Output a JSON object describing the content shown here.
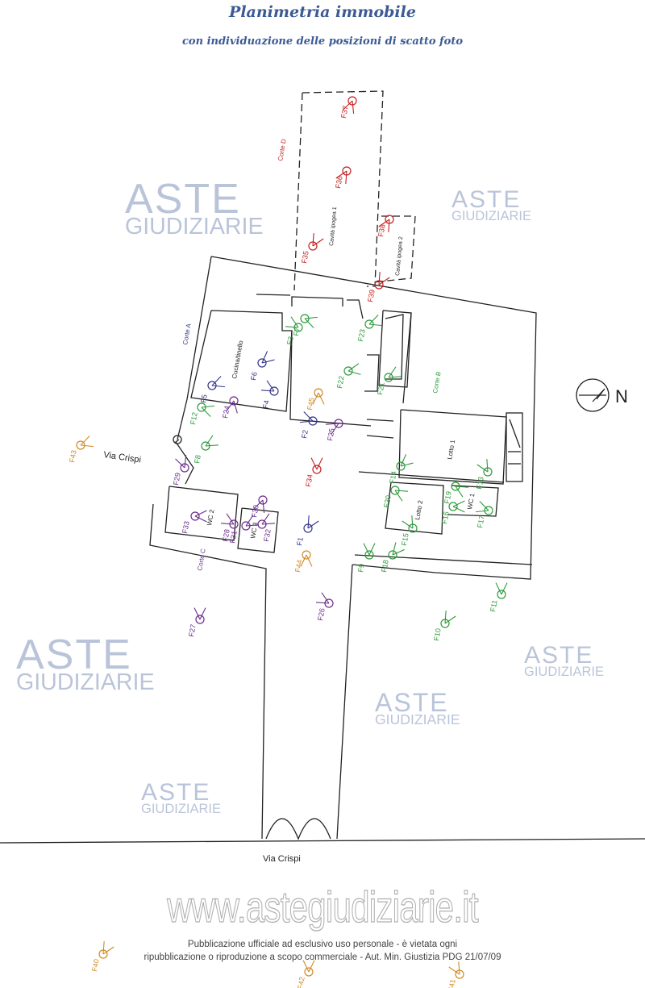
{
  "title": "Planimetria immobile",
  "subtitle": "con individuazione delle posizioni di scatto foto",
  "watermark": {
    "line1": "ASTE",
    "line2": "GIUDIZIARIE",
    "site": "www.astegiudiziarie.it"
  },
  "footer": {
    "line1": "Pubblicazione ufficiale ad esclusivo uso personale - è vietata ogni",
    "line2": "ripubblicazione o riproduzione a scopo commerciale - Aut. Min. Giustizia PDG 21/07/09"
  },
  "north_label": "N",
  "streets": {
    "top": "Via Crispi",
    "bottom": "Via Crispi"
  },
  "rooms": {
    "corte_a": "Corte A",
    "corte_b": "Corte B",
    "corte_c": "Corte C",
    "corte_d": "Corte D",
    "cucina": "Cucina/tinello",
    "cavita1": "Cavità ipogea 1",
    "cavita2": "Cavità ipogea 2",
    "lotto1": "Lotto 1",
    "lotto2": "Lotto 2",
    "wc1": "WC 1",
    "wc2": "WC 2",
    "wc3": "WC 3"
  },
  "colors": {
    "green": "#2e9a3c",
    "purple": "#6b2c8c",
    "blue": "#34348a",
    "red": "#c42020",
    "orange": "#d08a24",
    "wall": "#222222"
  },
  "photos": [
    {
      "label": "F1",
      "color": "blue"
    },
    {
      "label": "F2",
      "color": "blue"
    },
    {
      "label": "F3",
      "color": "green"
    },
    {
      "label": "F4",
      "color": "blue"
    },
    {
      "label": "F5",
      "color": "blue"
    },
    {
      "label": "F6",
      "color": "blue"
    },
    {
      "label": "F7",
      "color": "green"
    },
    {
      "label": "F8",
      "color": "green"
    },
    {
      "label": "F9",
      "color": "green"
    },
    {
      "label": "F10",
      "color": "green"
    },
    {
      "label": "F11",
      "color": "green"
    },
    {
      "label": "F12",
      "color": "green"
    },
    {
      "label": "F13",
      "color": "green"
    },
    {
      "label": "F14",
      "color": "green"
    },
    {
      "label": "F15",
      "color": "green"
    },
    {
      "label": "F16",
      "color": "green"
    },
    {
      "label": "F17",
      "color": "green"
    },
    {
      "label": "F18",
      "color": "green"
    },
    {
      "label": "F19",
      "color": "green"
    },
    {
      "label": "F20",
      "color": "green"
    },
    {
      "label": "F21",
      "color": "green"
    },
    {
      "label": "F22",
      "color": "green"
    },
    {
      "label": "F23",
      "color": "green"
    },
    {
      "label": "F24",
      "color": "purple"
    },
    {
      "label": "F25",
      "color": "purple"
    },
    {
      "label": "F26",
      "color": "purple"
    },
    {
      "label": "F27",
      "color": "purple"
    },
    {
      "label": "F28",
      "color": "purple"
    },
    {
      "label": "F29",
      "color": "purple"
    },
    {
      "label": "F30",
      "color": "purple"
    },
    {
      "label": "F31",
      "color": "purple"
    },
    {
      "label": "F32",
      "color": "purple"
    },
    {
      "label": "F33",
      "color": "purple"
    },
    {
      "label": "F34",
      "color": "red"
    },
    {
      "label": "F35",
      "color": "red"
    },
    {
      "label": "F36",
      "color": "red"
    },
    {
      "label": "F37",
      "color": "red"
    },
    {
      "label": "F38",
      "color": "red"
    },
    {
      "label": "F39",
      "color": "red"
    },
    {
      "label": "F40",
      "color": "orange"
    },
    {
      "label": "F41",
      "color": "orange"
    },
    {
      "label": "F42",
      "color": "orange"
    },
    {
      "label": "F43",
      "color": "orange"
    },
    {
      "label": "F44",
      "color": "orange"
    },
    {
      "label": "F45",
      "color": "orange"
    }
  ]
}
